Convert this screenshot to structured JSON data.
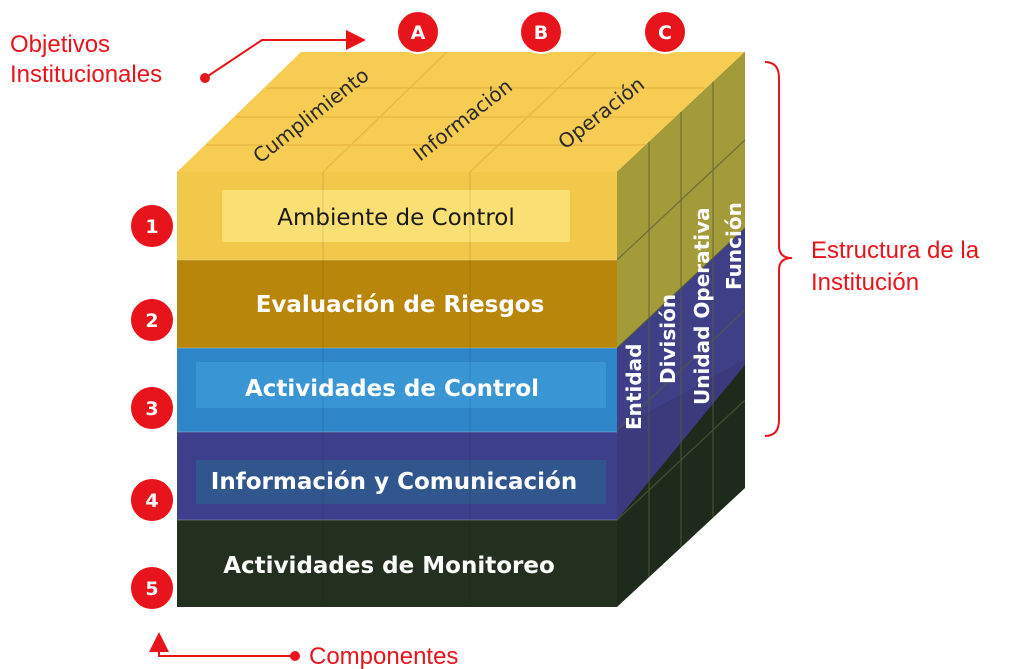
{
  "annotations": {
    "objetivos_line1": "Objetivos",
    "objetivos_line2": "Institucionales",
    "estructura_line1": "Estructura de la",
    "estructura_line2": "Institución",
    "componentes": "Componentes"
  },
  "objectives": [
    {
      "letter": "A",
      "label": "Cumplimiento"
    },
    {
      "letter": "B",
      "label": "Información"
    },
    {
      "letter": "C",
      "label": "Operación"
    }
  ],
  "components": [
    {
      "number": "1",
      "label": "Ambiente de Control",
      "color": "#f2c84b"
    },
    {
      "number": "2",
      "label": "Evaluación de Riesgos",
      "color": "#b8860b"
    },
    {
      "number": "3",
      "label": "Actividades de Control",
      "color": "#2e86c9"
    },
    {
      "number": "4",
      "label": "Información y Comunicación",
      "color": "#3e3f8c"
    },
    {
      "number": "5",
      "label": "Actividades de Monitoreo",
      "color": "#24301f"
    }
  ],
  "structure": [
    "Entidad",
    "División",
    "Unidad Operativa",
    "Función"
  ],
  "colors": {
    "accent_red": "#e8141c",
    "top_face": "#f6cd52",
    "side_olive": "#a39a3a",
    "side_purple": "#3f3f87",
    "side_dark": "#1e2a1c"
  }
}
